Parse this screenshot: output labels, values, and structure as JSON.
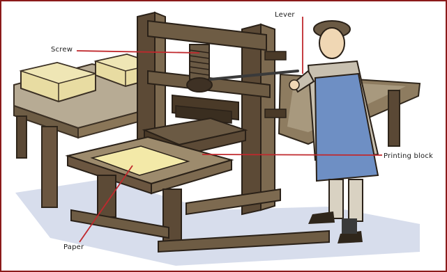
{
  "labels": {
    "lever": "Lever",
    "screw": "Screw",
    "printing_block": "Printing block",
    "paper": "Paper"
  },
  "colors": {
    "frame_border": "#8b1a1a",
    "leader_line": "#c0282d",
    "wood_dark": "#4a3a28",
    "wood_light": "#8a7658",
    "apron": "#6e8fc4",
    "paper_sheet": "#f3e9a8",
    "floor_shadow": "#c9d2e6"
  }
}
